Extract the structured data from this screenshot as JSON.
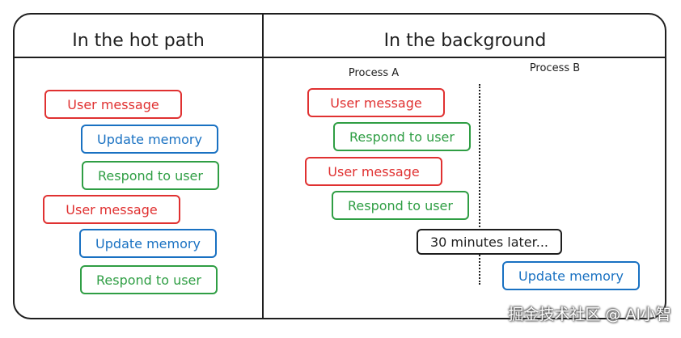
{
  "columns": {
    "hot_path_title": "In the hot path",
    "background_title": "In the background"
  },
  "processes": {
    "a_label": "Process A",
    "b_label": "Process B"
  },
  "hot_path_steps": [
    {
      "text": "User message",
      "color": "#e03131"
    },
    {
      "text": "Update memory",
      "color": "#1971c2"
    },
    {
      "text": "Respond to user",
      "color": "#2f9e44"
    },
    {
      "text": "User message",
      "color": "#e03131"
    },
    {
      "text": "Update memory",
      "color": "#1971c2"
    },
    {
      "text": "Respond to user",
      "color": "#2f9e44"
    }
  ],
  "background_steps": {
    "process_a": [
      {
        "text": "User message",
        "color": "#e03131"
      },
      {
        "text": "Respond to user",
        "color": "#2f9e44"
      },
      {
        "text": "User message",
        "color": "#e03131"
      },
      {
        "text": "Respond to user",
        "color": "#2f9e44"
      }
    ],
    "delay_note": "30 minutes later...",
    "process_b": [
      {
        "text": "Update memory",
        "color": "#1971c2"
      }
    ]
  },
  "watermark": "掘金技术社区 @ AI小智"
}
